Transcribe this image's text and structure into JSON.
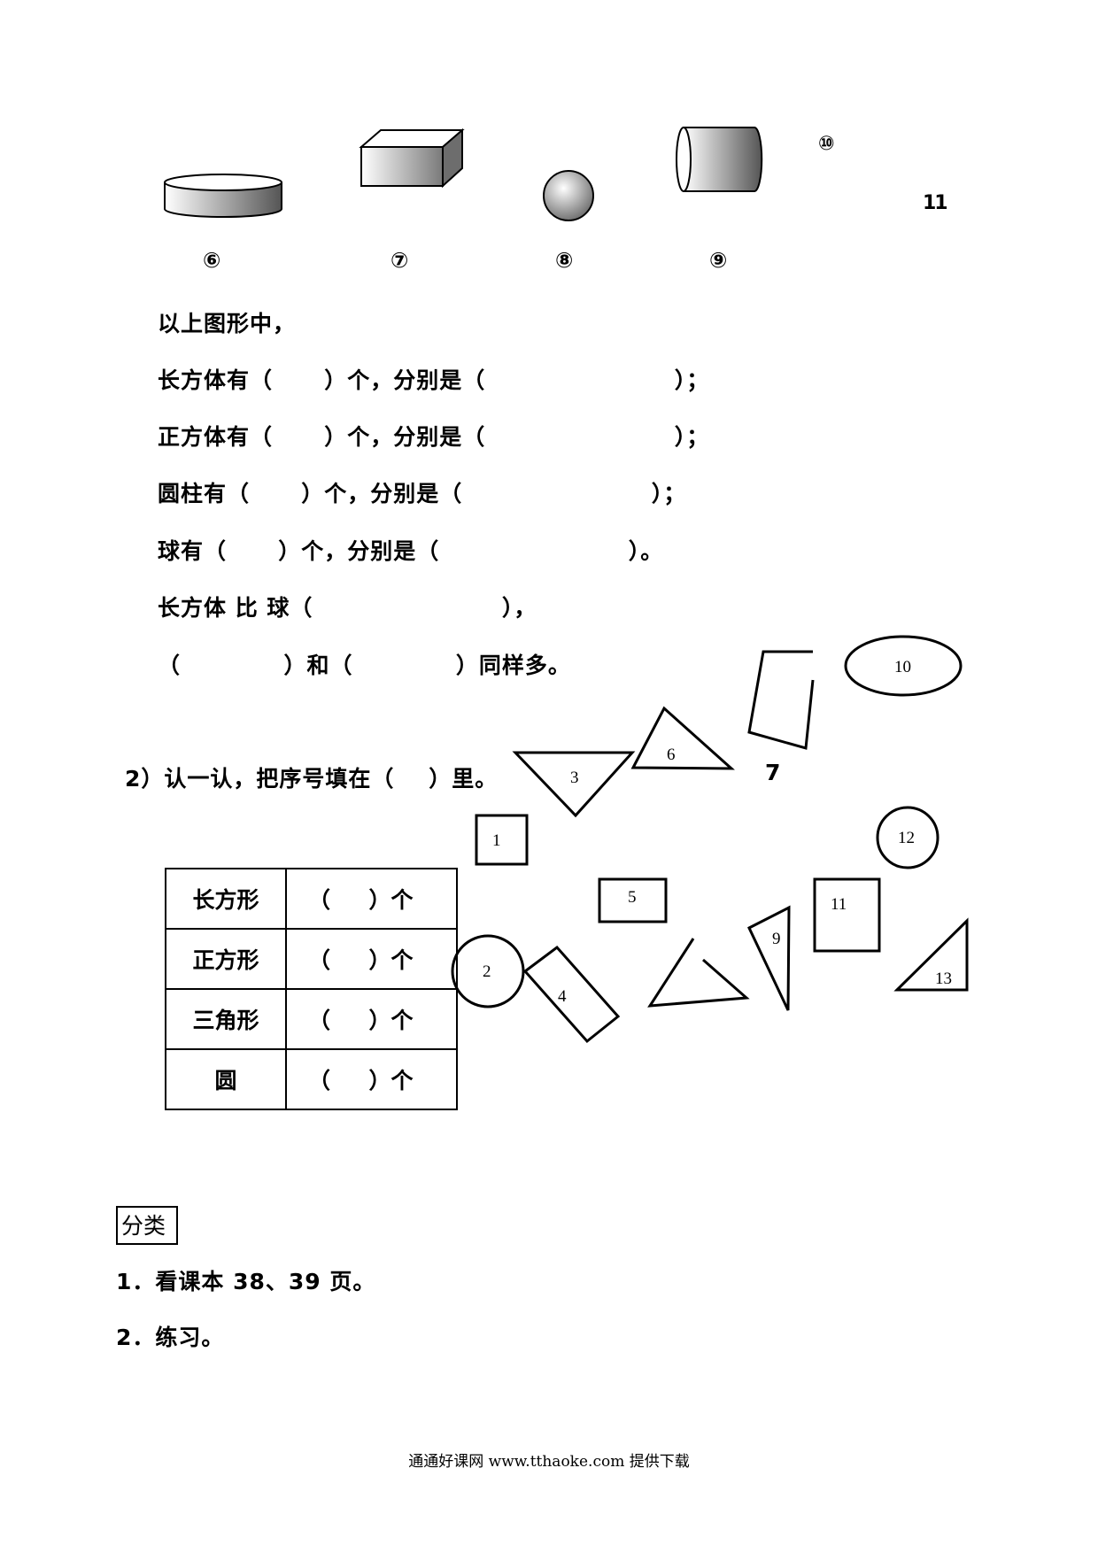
{
  "solids": {
    "labels": [
      "⑥",
      "⑦",
      "⑧",
      "⑨",
      "⑩",
      "11"
    ]
  },
  "questions": {
    "intro": "以上图形中，",
    "q_cuboid": "长方体有（      ）个，分别是（                      ）；",
    "q_cube": "正方体有（      ）个，分别是（                      ）；",
    "q_cylinder": "圆柱有（      ）个，分别是（                      ）；",
    "q_sphere": "球有（      ）个，分别是（                      ）。",
    "q_compare": "长方体 比 球（                      ），",
    "q_same": "（            ）和（            ）同样多。"
  },
  "part2": {
    "title": "2）认一认，把序号填在（    ）里。",
    "shape_numbers": [
      "1",
      "2",
      "3",
      "4",
      "5",
      "6",
      "7",
      "9",
      "10",
      "11",
      "12",
      "13"
    ]
  },
  "count_table": {
    "rows": [
      {
        "name": "长方形",
        "value": "（     ）个"
      },
      {
        "name": "正方形",
        "value": "（     ）个"
      },
      {
        "name": "三角形",
        "value": "（     ）个"
      },
      {
        "name": "圆",
        "value": "（     ）个"
      }
    ]
  },
  "section": {
    "heading": "分类",
    "item1": "1．看课本 38、39 页。",
    "item2": "2．练习。"
  },
  "footer": "通通好课网  www.tthaoke.com  提供下载"
}
